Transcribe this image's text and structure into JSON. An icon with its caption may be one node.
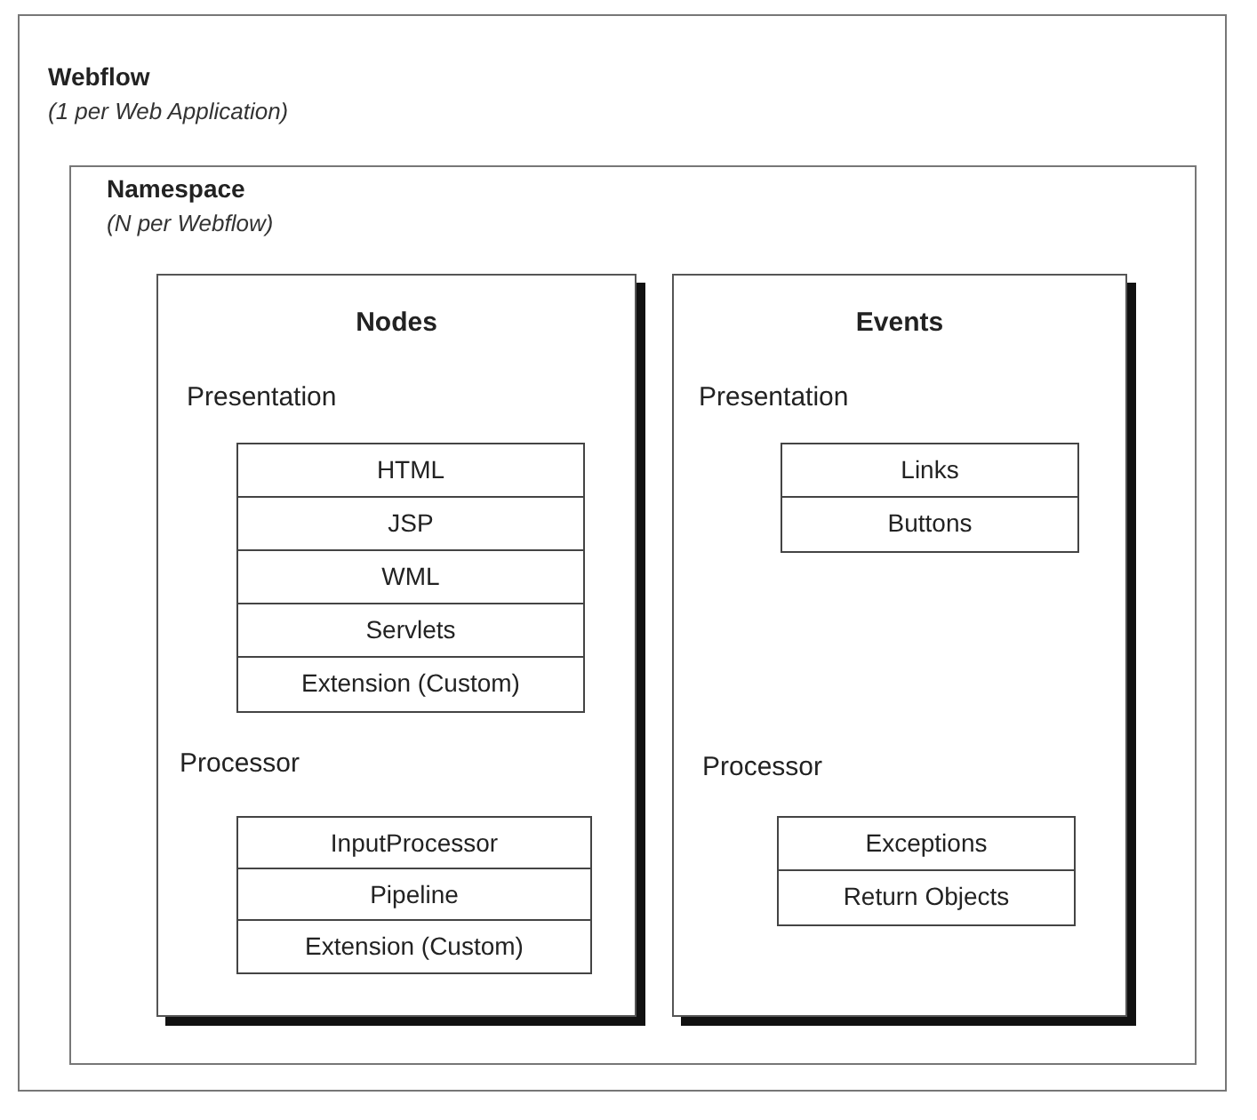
{
  "diagram": {
    "nodes": [
      {
        "text": [
          "Webflow",
          "(1 per Web Application)"
        ]
      },
      {
        "text": [
          "Namespace",
          "(N per Webflow)"
        ],
        "in": 0
      },
      {
        "text": [
          "Nodes"
        ],
        "in": 1
      },
      {
        "text": [
          "Presentation"
        ],
        "in": 2
      },
      {
        "text": [
          "HTML"
        ],
        "in": 3
      },
      {
        "text": [
          "JSP"
        ],
        "in": 3
      },
      {
        "text": [
          "WML"
        ],
        "in": 3
      },
      {
        "text": [
          "Servlets"
        ],
        "in": 3
      },
      {
        "text": [
          "Extension (Custom)"
        ],
        "in": 3
      },
      {
        "text": [
          "Processor"
        ],
        "in": 2
      },
      {
        "text": [
          "InputProcessor"
        ],
        "in": 9
      },
      {
        "text": [
          "Pipeline"
        ],
        "in": 9
      },
      {
        "text": [
          "Extension (Custom)"
        ],
        "in": 9
      },
      {
        "text": [
          "Events"
        ],
        "in": 1
      },
      {
        "text": [
          "Presentation"
        ],
        "in": 13
      },
      {
        "text": [
          "Links"
        ],
        "in": 14
      },
      {
        "text": [
          "Buttons"
        ],
        "in": 14
      },
      {
        "text": [
          "Processor"
        ],
        "in": 13
      },
      {
        "text": [
          "Exceptions"
        ],
        "in": 17
      },
      {
        "text": [
          "Return Objects"
        ],
        "in": 17
      }
    ]
  }
}
